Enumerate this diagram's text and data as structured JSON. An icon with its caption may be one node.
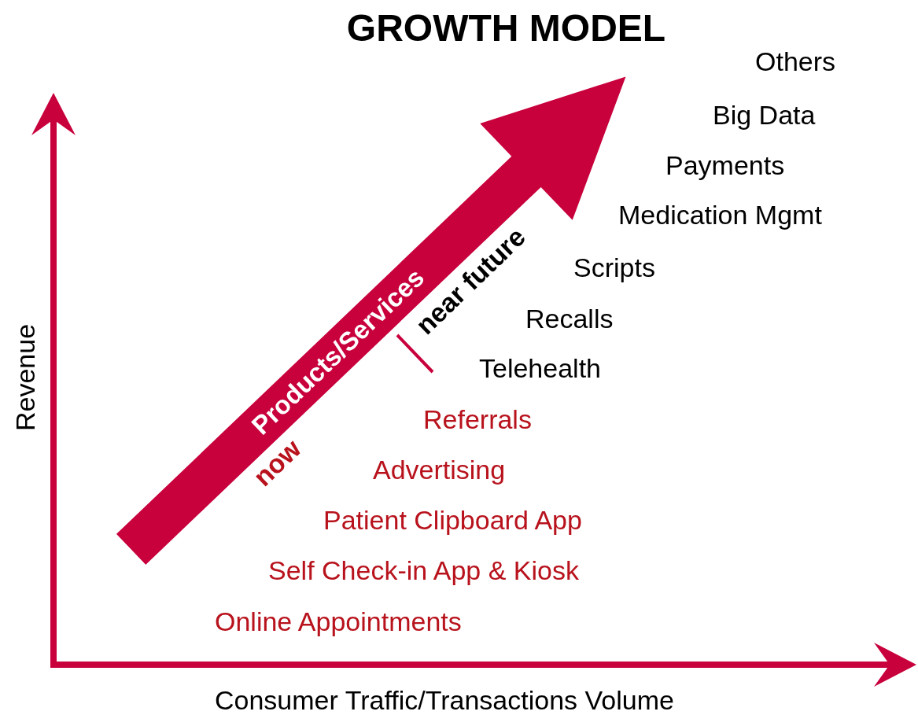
{
  "diagram": {
    "title": "GROWTH MODEL",
    "nodes": [
      {
        "text": [
          "Products/Services"
        ]
      }
    ],
    "edges": [],
    "labels": [
      "Others",
      "Big Data",
      "Payments",
      "Medication Mgmt",
      "Scripts",
      "Recalls",
      "near future",
      "Telehealth",
      "Referrals",
      "Advertising",
      "now",
      "Patient Clipboard App",
      "Self Check-in App & Kiosk",
      "Online Appointments",
      "Revenue",
      "Consumer Traffic/Transactions Volume"
    ]
  }
}
